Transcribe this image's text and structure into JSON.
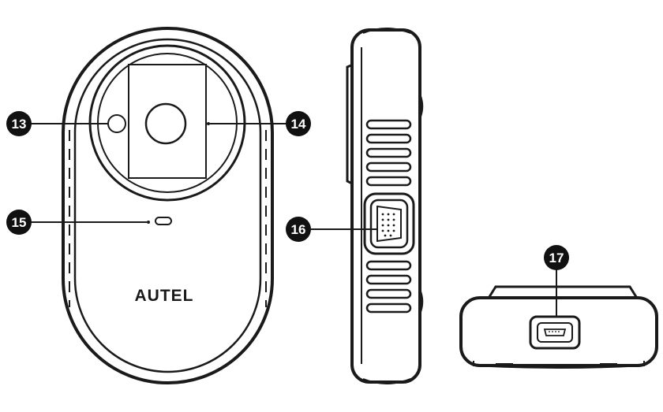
{
  "brand": "AUTEL",
  "callouts": [
    {
      "id": "c13",
      "label": "13"
    },
    {
      "id": "c14",
      "label": "14"
    },
    {
      "id": "c15",
      "label": "15"
    },
    {
      "id": "c16",
      "label": "16"
    },
    {
      "id": "c17",
      "label": "17"
    }
  ],
  "colors": {
    "outline": "#1a1a1a",
    "fill": "#ffffff",
    "callout": "#111111"
  }
}
